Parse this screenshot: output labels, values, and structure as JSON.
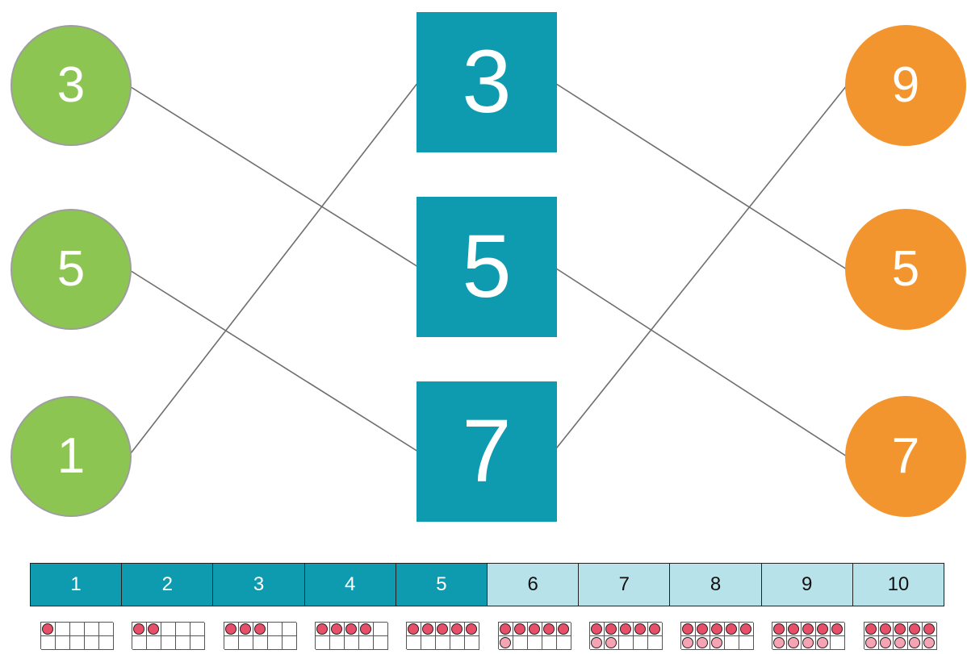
{
  "left_circles": [
    {
      "label": "3"
    },
    {
      "label": "5"
    },
    {
      "label": "1"
    }
  ],
  "middle_squares": [
    {
      "label": "3"
    },
    {
      "label": "5"
    },
    {
      "label": "7"
    }
  ],
  "right_circles": [
    {
      "label": "9"
    },
    {
      "label": "5"
    },
    {
      "label": "7"
    }
  ],
  "connections": [
    {
      "from": "left_circles.0",
      "to": "middle_squares.1"
    },
    {
      "from": "left_circles.1",
      "to": "middle_squares.2"
    },
    {
      "from": "left_circles.2",
      "to": "middle_squares.0"
    },
    {
      "from": "middle_squares.0",
      "to": "right_circles.1"
    },
    {
      "from": "middle_squares.1",
      "to": "right_circles.2"
    },
    {
      "from": "middle_squares.2",
      "to": "right_circles.0"
    }
  ],
  "number_band": {
    "cells": [
      "1",
      "2",
      "3",
      "4",
      "5",
      "6",
      "7",
      "8",
      "9",
      "10"
    ],
    "dark_count": 5
  },
  "ten_frames": [
    {
      "count": 1
    },
    {
      "count": 2
    },
    {
      "count": 3
    },
    {
      "count": 4
    },
    {
      "count": 5
    },
    {
      "count": 6
    },
    {
      "count": 7
    },
    {
      "count": 8
    },
    {
      "count": 9
    },
    {
      "count": 10
    }
  ],
  "colors": {
    "left_circle": "#8dc553",
    "middle_square": "#0e9bb0",
    "right_circle": "#f3952f",
    "band_dark": "#0e9bb0",
    "band_light": "#b8e2ea",
    "counter_top": "#e8506a",
    "counter_bottom": "#f6a4b4",
    "link_line": "#6e6e6e"
  }
}
